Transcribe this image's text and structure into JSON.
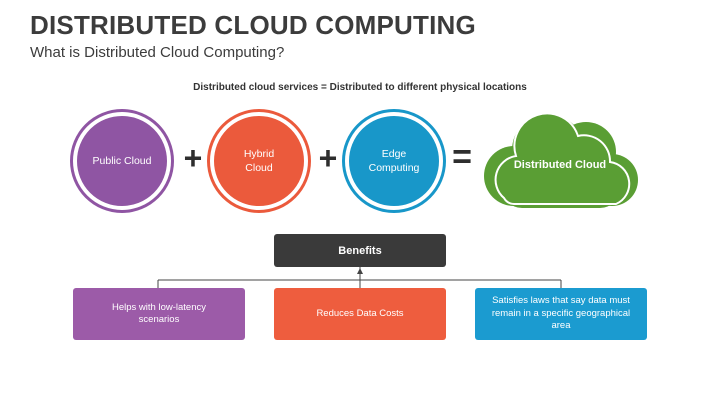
{
  "slide": {
    "title": "DISTRIBUTED CLOUD COMPUTING",
    "subtitle": "What is Distributed Cloud Computing?",
    "equation_text": "Distributed cloud services = Distributed to different physical locations"
  },
  "equation": {
    "terms": [
      {
        "label": "Public Cloud",
        "color": "#8f55a3"
      },
      {
        "label": "Hybrid Cloud",
        "color": "#eb5a3c"
      },
      {
        "label": "Edge Computing",
        "color": "#1897c9"
      }
    ],
    "plus_symbol": "+",
    "equals_symbol": "=",
    "result": {
      "label": "Distributed Cloud",
      "color": "#5a9e34",
      "icon": "cloud-icon"
    }
  },
  "benefits": {
    "heading": "Benefits",
    "heading_color": "#3a3a3a",
    "items": [
      {
        "text": "Helps with low-latency scenarios",
        "color": "#9c5ba8"
      },
      {
        "text": "Reduces Data Costs",
        "color": "#ee5d3e"
      },
      {
        "text": "Satisfies laws that say data must remain in a specific geographical area",
        "color": "#1b9bd0"
      }
    ]
  }
}
